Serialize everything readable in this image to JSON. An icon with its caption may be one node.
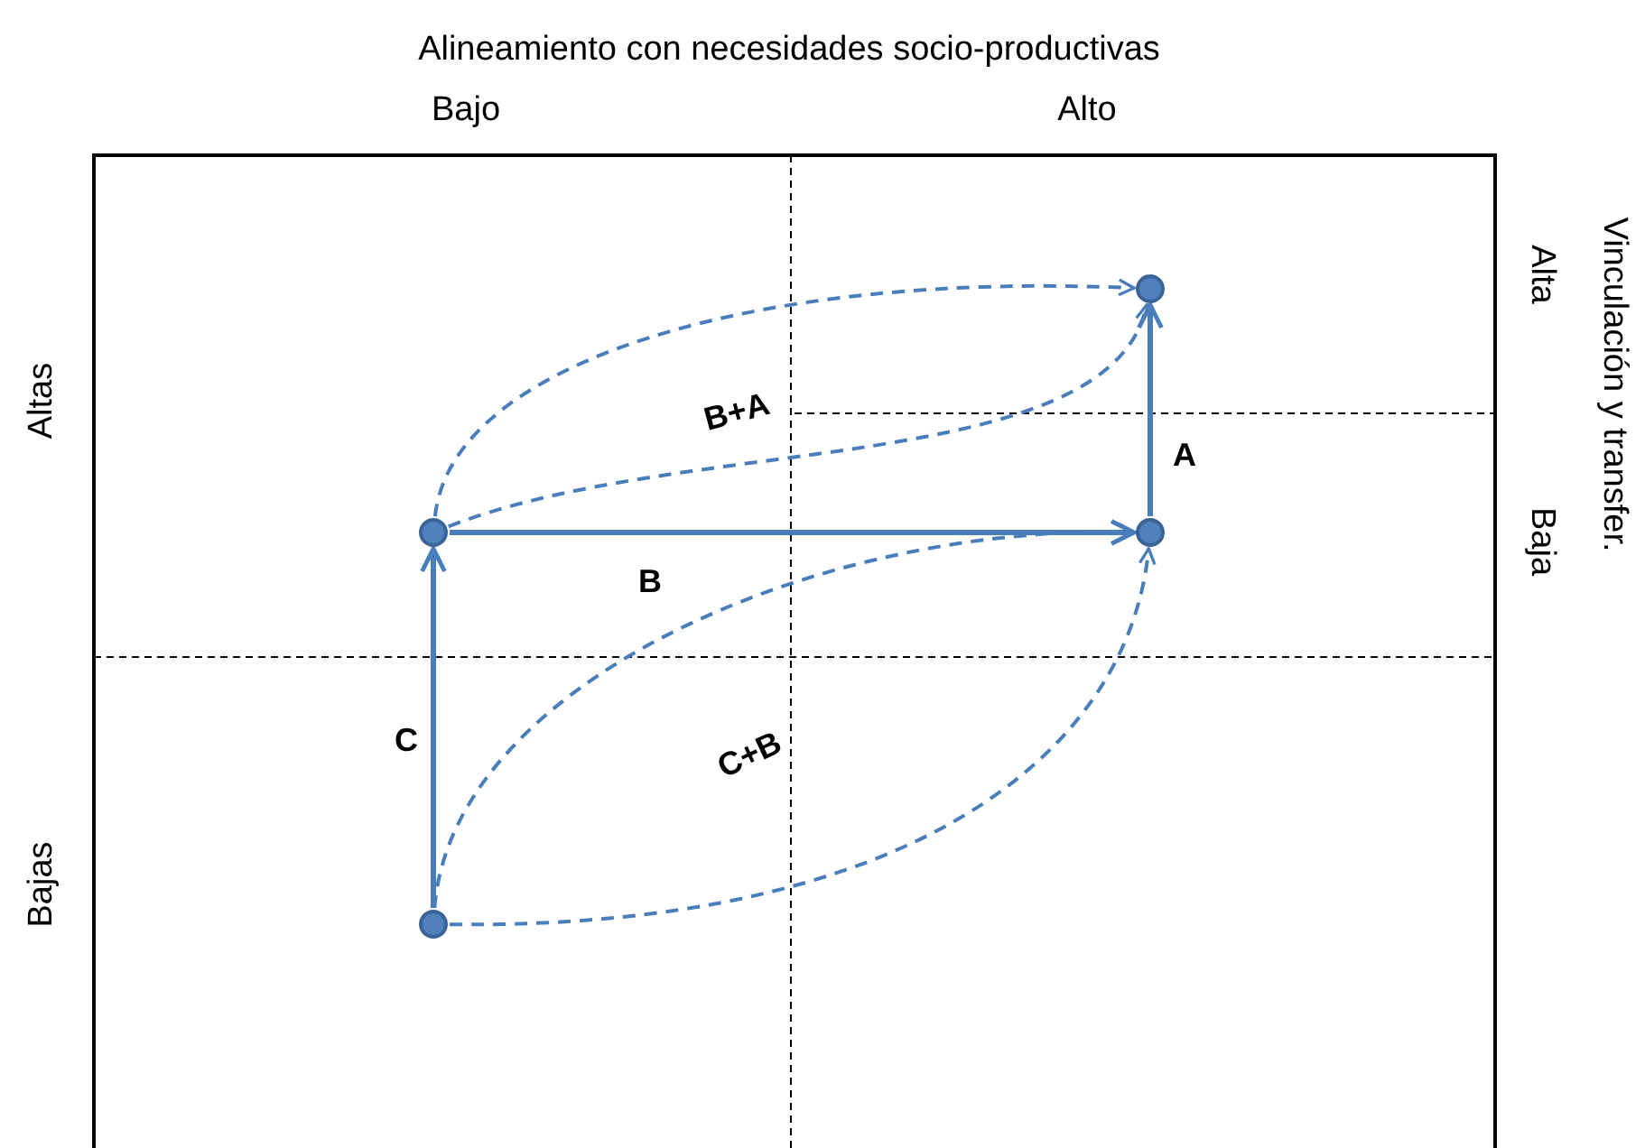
{
  "diagram": {
    "title": "Alineamiento con necesidades socio-productivas",
    "nodes": [
      {
        "text": [],
        "shape": "circle"
      },
      {
        "text": [],
        "shape": "circle"
      },
      {
        "text": [],
        "shape": "circle"
      },
      {
        "text": [],
        "shape": "circle"
      }
    ],
    "edges": [
      {
        "from": 3,
        "to": 1,
        "arrow": "to",
        "label": "C"
      },
      {
        "from": 1,
        "to": 2,
        "arrow": "to",
        "label": "B"
      },
      {
        "from": 2,
        "to": 0,
        "arrow": "to",
        "label": "A"
      },
      {
        "from": 1,
        "to": 0,
        "arrow": "to",
        "style": "dashed"
      },
      {
        "from": 1,
        "to": 0,
        "arrow": "to",
        "style": "dashed",
        "label": "B+A"
      },
      {
        "from": 3,
        "to": 2,
        "arrow": "to",
        "style": "dashed"
      },
      {
        "from": 3,
        "to": 2,
        "arrow": "to",
        "style": "dashed",
        "label": "C+B"
      }
    ],
    "labels": [
      "Bajo",
      "Alto",
      "Vinculación y transfer.",
      "Alta",
      "Altas",
      "Baja",
      "Bajas"
    ]
  }
}
